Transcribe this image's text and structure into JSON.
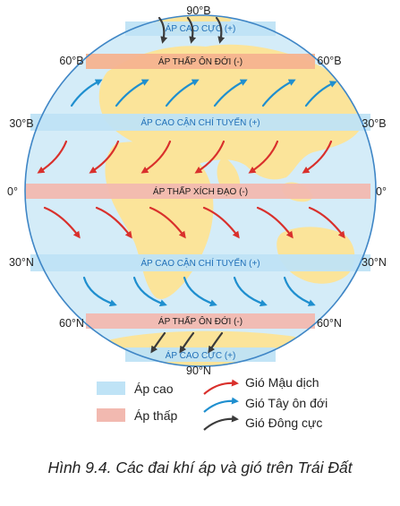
{
  "figure": {
    "caption": "Hình 9.4. Các đai khí áp và gió trên Trái Đất"
  },
  "latitudes": {
    "north_pole": "90°B",
    "north_60": "60°B",
    "north_30": "30°B",
    "equator": "0°",
    "south_30": "30°N",
    "south_60": "60°N",
    "south_pole": "90°N"
  },
  "pressure_belts": {
    "polar_high_north": "ÁP CAO CỰC (+)",
    "subpolar_low_north": "ÁP THẤP ÔN ĐỚI (-)",
    "subtropical_high_north": "ÁP CAO CẬN CHÍ TUYẾN (+)",
    "equatorial_low": "ÁP THẤP XÍCH ĐẠO (-)",
    "subtropical_high_south": "ÁP CAO CẬN CHÍ TUYẾN (+)",
    "subpolar_low_south": "ÁP THẤP ÔN ĐỚI (-)",
    "polar_high_south": "ÁP CAO CỰC (+)"
  },
  "legend": {
    "high_pressure": "Áp cao",
    "low_pressure": "Áp thấp",
    "trade_winds": "Gió Mậu dịch",
    "westerlies": "Gió Tây ôn đới",
    "polar_easterlies": "Gió Đông cực"
  },
  "colors": {
    "high_band": "#bfe3f6",
    "low_band": "#f2b9b0",
    "ocean": "#d4ecf8",
    "land": "#fbe49a",
    "globe_outline": "#3f86c6",
    "trade_wind": "#d9302c",
    "westerly": "#1f8fcf",
    "polar_easterly": "#3b3b3b"
  }
}
